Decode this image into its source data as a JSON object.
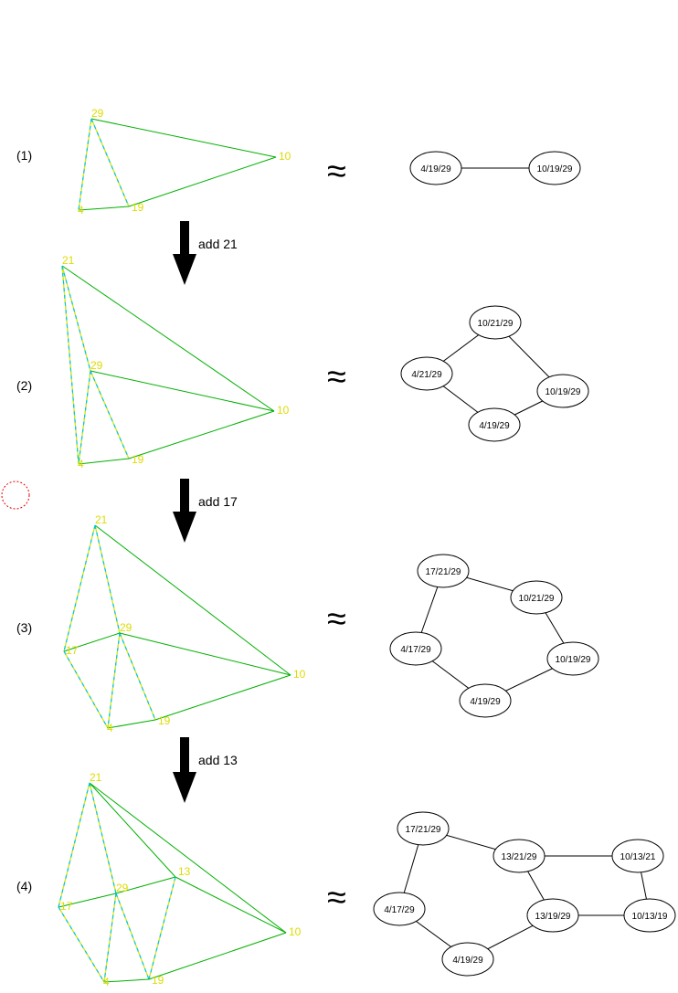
{
  "approx_symbol": "≈",
  "steps": [
    {
      "label": "(1)",
      "tri_vertices": [
        {
          "name": "29",
          "text": "29"
        },
        {
          "name": "10",
          "text": "10"
        },
        {
          "name": "19",
          "text": "19"
        },
        {
          "name": "4",
          "text": "4"
        }
      ],
      "tri_edges": [
        [
          "29",
          "10"
        ],
        [
          "29",
          "4"
        ],
        [
          "29",
          "19"
        ],
        [
          "4",
          "19"
        ],
        [
          "19",
          "10"
        ]
      ],
      "graph_nodes": [
        {
          "id": "a",
          "label": "4/19/29"
        },
        {
          "id": "b",
          "label": "10/19/29"
        }
      ],
      "graph_edges": [
        [
          "a",
          "b"
        ]
      ]
    },
    {
      "label": "(2)",
      "tri_vertices": [
        {
          "name": "21",
          "text": "21"
        },
        {
          "name": "29",
          "text": "29"
        },
        {
          "name": "10",
          "text": "10"
        },
        {
          "name": "19",
          "text": "19"
        },
        {
          "name": "4",
          "text": "4"
        }
      ],
      "tri_edges": [
        [
          "21",
          "10"
        ],
        [
          "21",
          "4"
        ],
        [
          "21",
          "29"
        ],
        [
          "29",
          "10"
        ],
        [
          "29",
          "4"
        ],
        [
          "29",
          "19"
        ],
        [
          "4",
          "19"
        ],
        [
          "19",
          "10"
        ]
      ],
      "graph_nodes": [
        {
          "id": "a",
          "label": "10/21/29"
        },
        {
          "id": "b",
          "label": "4/21/29"
        },
        {
          "id": "c",
          "label": "10/19/29"
        },
        {
          "id": "d",
          "label": "4/19/29"
        }
      ],
      "graph_edges": [
        [
          "a",
          "b"
        ],
        [
          "a",
          "c"
        ],
        [
          "b",
          "d"
        ],
        [
          "d",
          "c"
        ]
      ]
    },
    {
      "label": "(3)",
      "tri_vertices": [
        {
          "name": "21",
          "text": "21"
        },
        {
          "name": "17",
          "text": "17"
        },
        {
          "name": "29",
          "text": "29"
        },
        {
          "name": "10",
          "text": "10"
        },
        {
          "name": "19",
          "text": "19"
        },
        {
          "name": "4",
          "text": "4"
        }
      ],
      "tri_edges": [
        [
          "21",
          "10"
        ],
        [
          "21",
          "17"
        ],
        [
          "21",
          "29"
        ],
        [
          "17",
          "29"
        ],
        [
          "17",
          "4"
        ],
        [
          "29",
          "4"
        ],
        [
          "29",
          "19"
        ],
        [
          "29",
          "10"
        ],
        [
          "4",
          "19"
        ],
        [
          "19",
          "10"
        ]
      ],
      "graph_nodes": [
        {
          "id": "a",
          "label": "17/21/29"
        },
        {
          "id": "b",
          "label": "10/21/29"
        },
        {
          "id": "c",
          "label": "4/17/29"
        },
        {
          "id": "d",
          "label": "10/19/29"
        },
        {
          "id": "e",
          "label": "4/19/29"
        }
      ],
      "graph_edges": [
        [
          "a",
          "b"
        ],
        [
          "a",
          "c"
        ],
        [
          "b",
          "d"
        ],
        [
          "c",
          "e"
        ],
        [
          "e",
          "d"
        ]
      ]
    },
    {
      "label": "(4)",
      "tri_vertices": [
        {
          "name": "21",
          "text": "21"
        },
        {
          "name": "13",
          "text": "13"
        },
        {
          "name": "17",
          "text": "17"
        },
        {
          "name": "29",
          "text": "29"
        },
        {
          "name": "10",
          "text": "10"
        },
        {
          "name": "4",
          "text": "4"
        },
        {
          "name": "19",
          "text": "19"
        }
      ],
      "tri_edges": [
        [
          "21",
          "10"
        ],
        [
          "21",
          "13"
        ],
        [
          "21",
          "17"
        ],
        [
          "21",
          "29"
        ],
        [
          "13",
          "10"
        ],
        [
          "13",
          "29"
        ],
        [
          "13",
          "19"
        ],
        [
          "17",
          "29"
        ],
        [
          "17",
          "4"
        ],
        [
          "29",
          "4"
        ],
        [
          "29",
          "19"
        ],
        [
          "4",
          "19"
        ],
        [
          "19",
          "10"
        ]
      ],
      "graph_nodes": [
        {
          "id": "a",
          "label": "17/21/29"
        },
        {
          "id": "b",
          "label": "13/21/29"
        },
        {
          "id": "c",
          "label": "10/13/21"
        },
        {
          "id": "d",
          "label": "4/17/29"
        },
        {
          "id": "e",
          "label": "13/19/29"
        },
        {
          "id": "f",
          "label": "10/13/19"
        },
        {
          "id": "g",
          "label": "4/19/29"
        }
      ],
      "graph_edges": [
        [
          "a",
          "b"
        ],
        [
          "a",
          "d"
        ],
        [
          "b",
          "c"
        ],
        [
          "b",
          "e"
        ],
        [
          "c",
          "f"
        ],
        [
          "e",
          "f"
        ],
        [
          "d",
          "g"
        ],
        [
          "g",
          "e"
        ]
      ]
    }
  ],
  "transitions": [
    {
      "label": "add 21"
    },
    {
      "label": "add 17"
    },
    {
      "label": "add 13"
    }
  ],
  "colors": {
    "edge_green": "#00b000",
    "edge_cyan": "#00c8e6",
    "edge_yellow": "#e6e600",
    "vertex_label": "#dcdc00",
    "vertex_label_dark": "#00b0b0",
    "marker_red": "#e00000"
  }
}
